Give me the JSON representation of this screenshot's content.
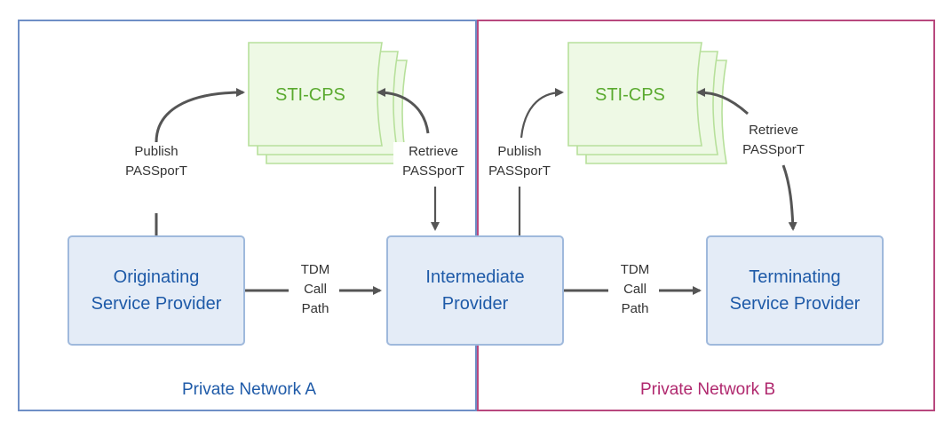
{
  "networks": {
    "a": {
      "label": "Private Network A",
      "border_color": "#6f8fc6",
      "label_color": "#1e5aa8"
    },
    "b": {
      "label": "Private Network B",
      "border_color": "#b8487e",
      "label_color": "#b0286e"
    }
  },
  "stores": [
    {
      "label": "STI-CPS"
    },
    {
      "label": "STI-CPS"
    }
  ],
  "providers": {
    "originating": {
      "line1": "Originating",
      "line2": "Service Provider"
    },
    "intermediate": {
      "line1": "Intermediate",
      "line2": "Provider"
    },
    "terminating": {
      "line1": "Terminating",
      "line2": "Service Provider"
    }
  },
  "edges": {
    "publish_a": {
      "line1": "Publish",
      "line2": "PASSporT"
    },
    "retrieve_a": {
      "line1": "Retrieve",
      "line2": "PASSporT"
    },
    "publish_b": {
      "line1": "Publish",
      "line2": "PASSporT"
    },
    "retrieve_b": {
      "line1": "Retrieve",
      "line2": "PASSporT"
    },
    "tdm_1": {
      "line1": "TDM",
      "line2": "Call",
      "line3": "Path"
    },
    "tdm_2": {
      "line1": "TDM",
      "line2": "Call",
      "line3": "Path"
    }
  },
  "colors": {
    "provider_fill": "#e4ecf7",
    "provider_border": "#9fb9dc",
    "provider_text": "#1e5aa8",
    "store_fill": "#eef9e5",
    "store_border": "#b7e09b",
    "store_text": "#5aaa2f",
    "arrow": "#555555"
  }
}
